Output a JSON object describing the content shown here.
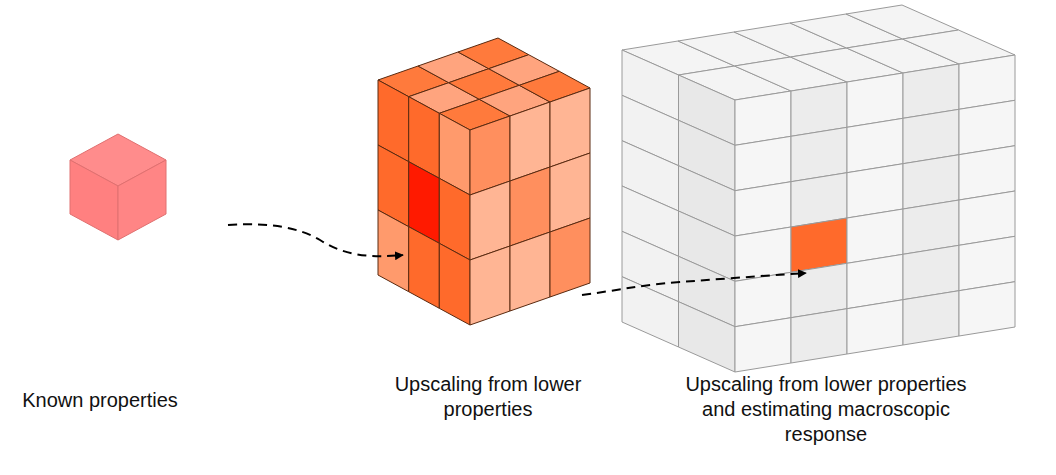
{
  "diagram": {
    "labels": [
      "Known properties",
      "Upscaling from lower properties",
      "Upscaling from lower properties and estimating macroscopic response"
    ]
  }
}
